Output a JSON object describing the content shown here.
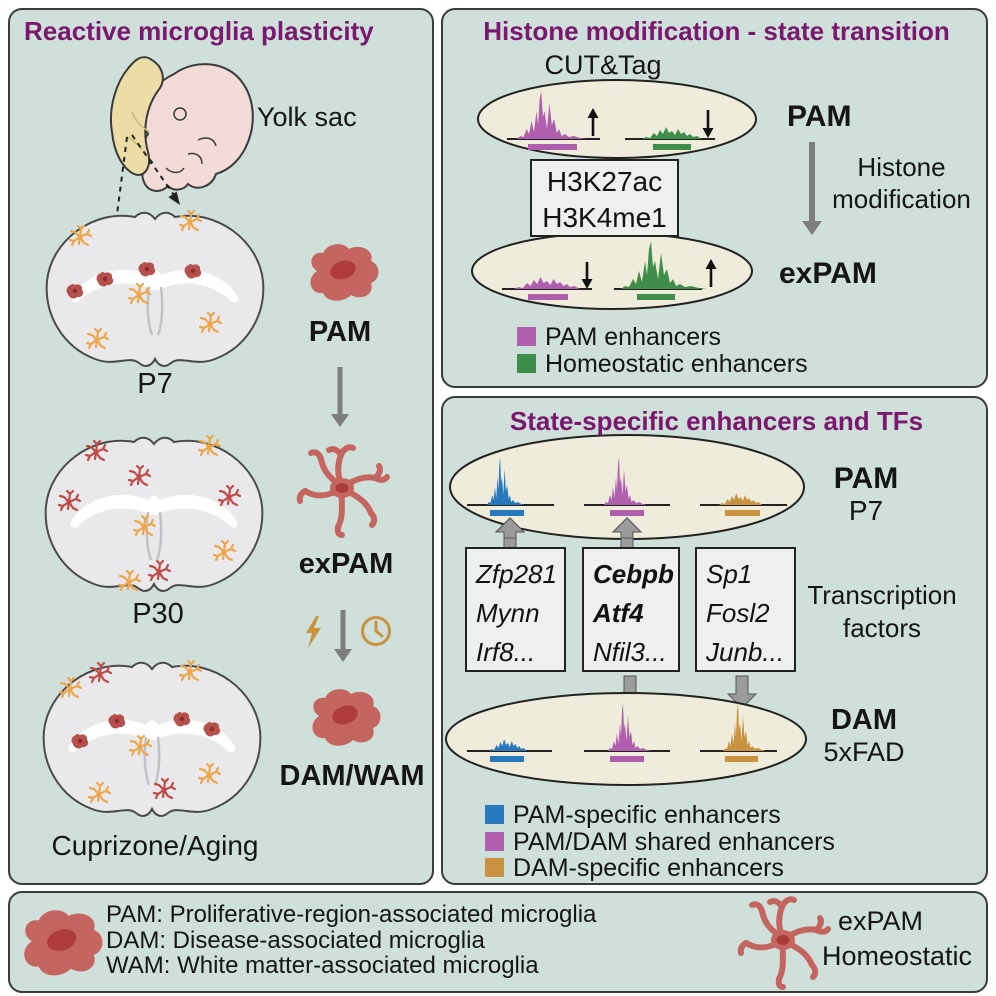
{
  "colors": {
    "panel_background": "#cfe0db",
    "panel_border": "#3b3b3b",
    "title_purple": "#7a176e",
    "pam_enhancer_magenta": "#b05fae",
    "homeostatic_enhancer_green": "#3e8e4a",
    "pam_specific_blue": "#2878be",
    "dam_specific_gold": "#c8923f",
    "microglia_red": "#c5655f",
    "microglia_orange": "#eda64b",
    "track_background_cream": "#efecdc",
    "arrow_gray": "#7e7e7e"
  },
  "icons": {
    "lightning-icon": "⚡",
    "clock-icon": "🕐"
  },
  "panels": {
    "left": {
      "title": "Reactive microglia plasticity",
      "yolk_sac_label": "Yolk sac",
      "p7_label": "P7",
      "p30_label": "P30",
      "cuprizone_label": "Cuprizone/Aging",
      "pam_label": "PAM",
      "expam_label": "exPAM",
      "dam_wam_label": "DAM/WAM"
    },
    "top_right": {
      "title": "Histone modification - state transition",
      "assay_label": "CUT&Tag",
      "histone_marks": [
        "H3K27ac",
        "H3K4me1"
      ],
      "state_from": "PAM",
      "transition_caption": [
        "Histone",
        "modification"
      ],
      "state_to": "exPAM",
      "legend": [
        {
          "label": "PAM enhancers",
          "color": "#b05fae"
        },
        {
          "label": "Homeostatic enhancers",
          "color": "#3e8e4a"
        }
      ]
    },
    "bottom_right": {
      "title": "State-specific enhancers and TFs",
      "top_state": [
        "PAM",
        "P7"
      ],
      "tf_boxes": [
        {
          "lines": [
            "Zfp281",
            "Mynn",
            "Irf8..."
          ]
        },
        {
          "lines": [
            "Cebpb",
            "Atf4",
            "Nfil3..."
          ]
        },
        {
          "lines": [
            "Sp1",
            "Fosl2",
            "Junb..."
          ]
        }
      ],
      "tf_caption": [
        "Transcription",
        "factors"
      ],
      "bottom_state": [
        "DAM",
        "5xFAD"
      ],
      "legend": [
        {
          "label": "PAM-specific enhancers",
          "color": "#2878be"
        },
        {
          "label": "PAM/DAM shared enhancers",
          "color": "#b05fae"
        },
        {
          "label": "DAM-specific enhancers",
          "color": "#c8923f"
        }
      ]
    },
    "bottom": {
      "definitions": [
        "PAM: Proliferative-region-associated microglia",
        "DAM: Disease-associated microglia",
        "WAM: White matter-associated microglia"
      ],
      "expam_label": "exPAM",
      "homeostatic_label": "Homeostatic"
    }
  }
}
